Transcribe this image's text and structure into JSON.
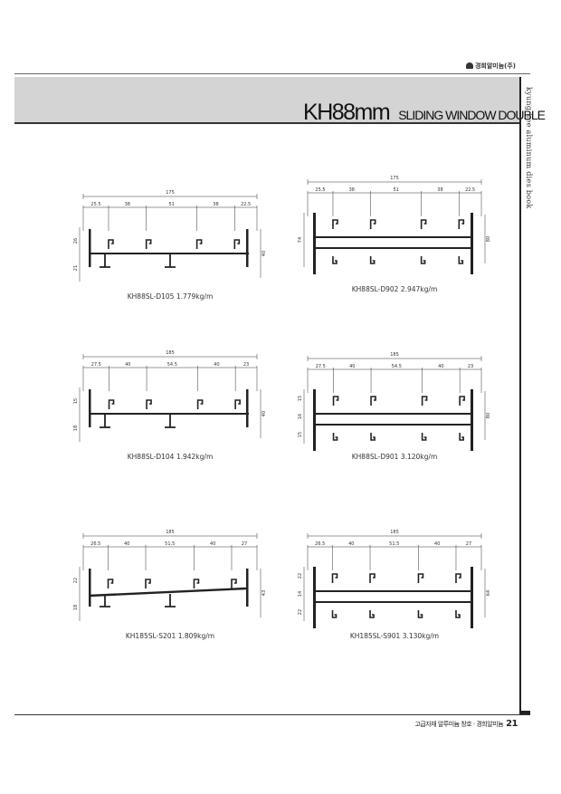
{
  "header": {
    "brand": "경희알미늄(주)"
  },
  "title": {
    "main": "KH88mm",
    "sub": "SLIDING WINDOW DOUBLE"
  },
  "sidebar": {
    "text": "kyung hee aluminum dies book"
  },
  "footer": {
    "text": "고급자재 알루미늄 창호 · 경희알미늄",
    "page": "21"
  },
  "profiles": [
    {
      "caption": "KH88SL-D105  1.779kg/m",
      "total": "175",
      "segments": [
        "25.5",
        "38",
        "51",
        "38",
        "22.5"
      ],
      "left": [
        "26",
        "21"
      ],
      "right": "40"
    },
    {
      "caption": "KH88SL-D902  2.947kg/m",
      "total": "175",
      "segments": [
        "25.5",
        "38",
        "51",
        "38",
        "22.5"
      ],
      "left": [
        "74"
      ],
      "right": "80"
    },
    {
      "caption": "KH88SL-D104  1.942kg/m",
      "total": "185",
      "segments": [
        "27.5",
        "40",
        "54.5",
        "40",
        "23"
      ],
      "left": [
        "15",
        "18"
      ],
      "right": "40"
    },
    {
      "caption": "KH88SL-D901  3.120kg/m",
      "total": "185",
      "segments": [
        "27.5",
        "40",
        "54.5",
        "40",
        "23"
      ],
      "left": [
        "15",
        "16",
        "15"
      ],
      "right": "80"
    },
    {
      "caption": "KH185SL-S201  1.809kg/m",
      "total": "185",
      "segments": [
        "26.5",
        "40",
        "51.5",
        "40",
        "27"
      ],
      "left": [
        "22",
        "18"
      ],
      "right": "43"
    },
    {
      "caption": "KH185SL-S901  3.130kg/m",
      "total": "185",
      "segments": [
        "26.5",
        "40",
        "51.5",
        "40",
        "27"
      ],
      "left": [
        "22",
        "14",
        "22"
      ],
      "right": "64"
    }
  ]
}
